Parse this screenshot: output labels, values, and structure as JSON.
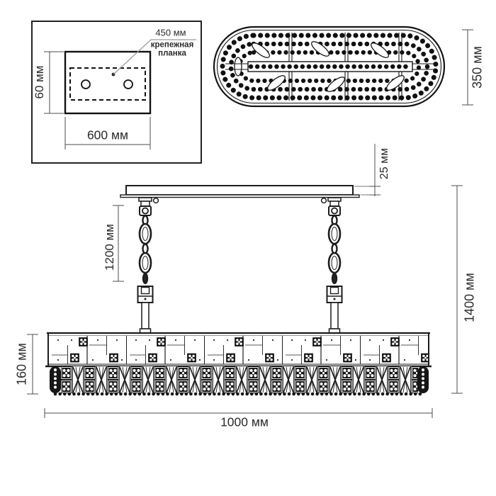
{
  "diagram_type": "chandelier-dimension-drawing",
  "unit": "мм",
  "labels": {
    "bracket_length": "450 мм",
    "bracket_caption_line1": "крепежная",
    "bracket_caption_line2": "планка",
    "plate_height": "60 мм",
    "plate_width": "600 мм",
    "top_view_depth": "350 мм",
    "canopy_height": "25 мм",
    "chain_length": "1200 мм",
    "total_height": "1400 мм",
    "body_height": "160 мм",
    "body_width": "1000 мм"
  }
}
